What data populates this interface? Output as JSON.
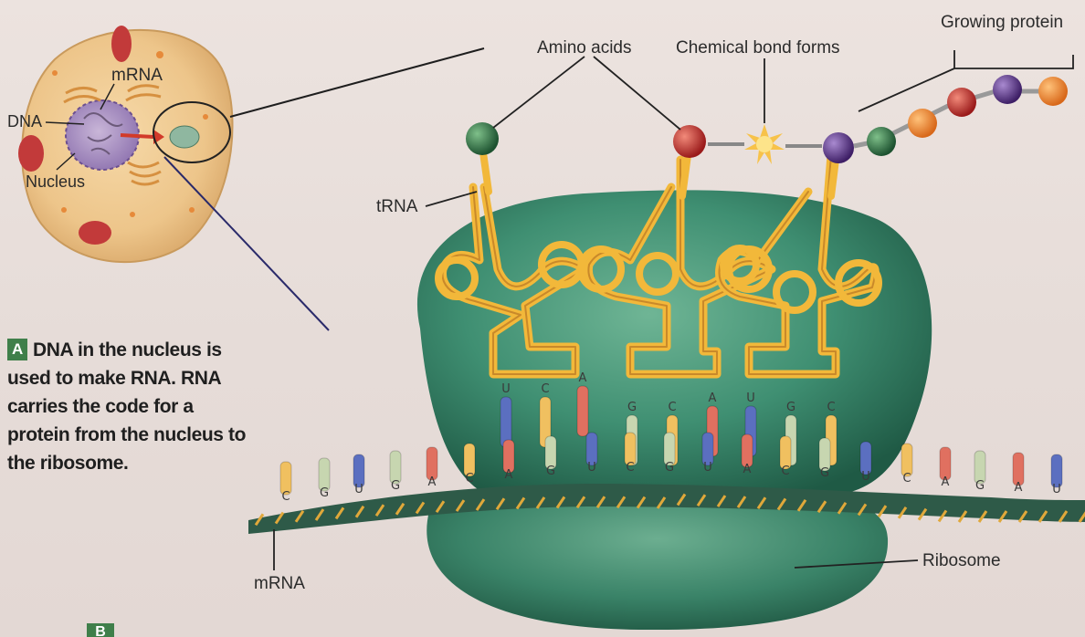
{
  "labels": {
    "amino_acids": "Amino acids",
    "chemical_bond": "Chemical bond forms",
    "growing_protein": "Growing protein",
    "trna": "tRNA",
    "ribosome": "Ribosome",
    "mrna_bottom": "mRNA",
    "cell_mrna": "mRNA",
    "cell_dna": "DNA",
    "cell_nucleus": "Nucleus"
  },
  "caption": {
    "badge": "A",
    "text": "DNA in the nucleus is used to make RNA. RNA carries the code for a protein from the nucleus to the ribosome."
  },
  "caption_b": {
    "badge": "B"
  },
  "mrna_bases": [
    "C",
    "G",
    "U",
    "G",
    "A",
    "C",
    "A",
    "G",
    "U",
    "C",
    "G",
    "U",
    "A",
    "C",
    "G",
    "U",
    "C",
    "A",
    "G",
    "A",
    "U"
  ],
  "trna_anticodons": [
    [
      "U",
      "C",
      "A"
    ],
    [
      "G",
      "C",
      "A"
    ],
    [
      "U",
      "G",
      "C"
    ]
  ],
  "colors": {
    "ribosome": "#3f8f72",
    "trna": "#f2b83a",
    "mrna_backbone": "#2e5a48",
    "base_A": "#e07060",
    "base_C": "#f0c060",
    "base_G": "#c7d6b0",
    "base_U": "#5b6fc0",
    "amino_green": "#2e6b3f",
    "amino_red": "#c02a2a",
    "amino_purple": "#5a2e8a",
    "amino_orange": "#f08a2a"
  }
}
